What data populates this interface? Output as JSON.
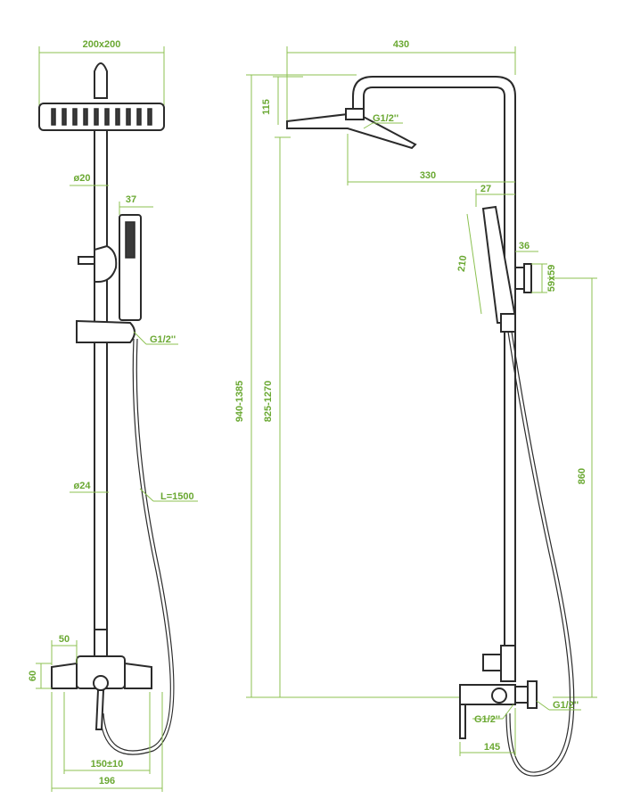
{
  "colors": {
    "dimension": "#8cc152",
    "dimension_text": "#6aa832",
    "outline": "#2b2b2b"
  },
  "front_view": {
    "head_size": "200x200",
    "rail_diameter_top": "ø20",
    "handshower_width": "37",
    "connector_handshower": "G1/2''",
    "rail_diameter_bottom": "ø24",
    "hose_length": "L=1500",
    "mixer_depth": "50",
    "mixer_height": "60",
    "inlet_spacing": "150±10",
    "mixer_width": "196"
  },
  "side_view": {
    "arm_span": "430",
    "head_offset": "115",
    "connector_head": "G1/2''",
    "arm_reach": "330",
    "handshower_depth": "27",
    "handshower_length": "210",
    "bracket_offset": "36",
    "bracket_size": "59x59",
    "total_height": "940-1385",
    "rail_height": "825-1270",
    "outlet_height": "860",
    "connector_outlet": "G1/2''",
    "connector_inlet": "G1/2''",
    "mixer_projection": "145"
  }
}
